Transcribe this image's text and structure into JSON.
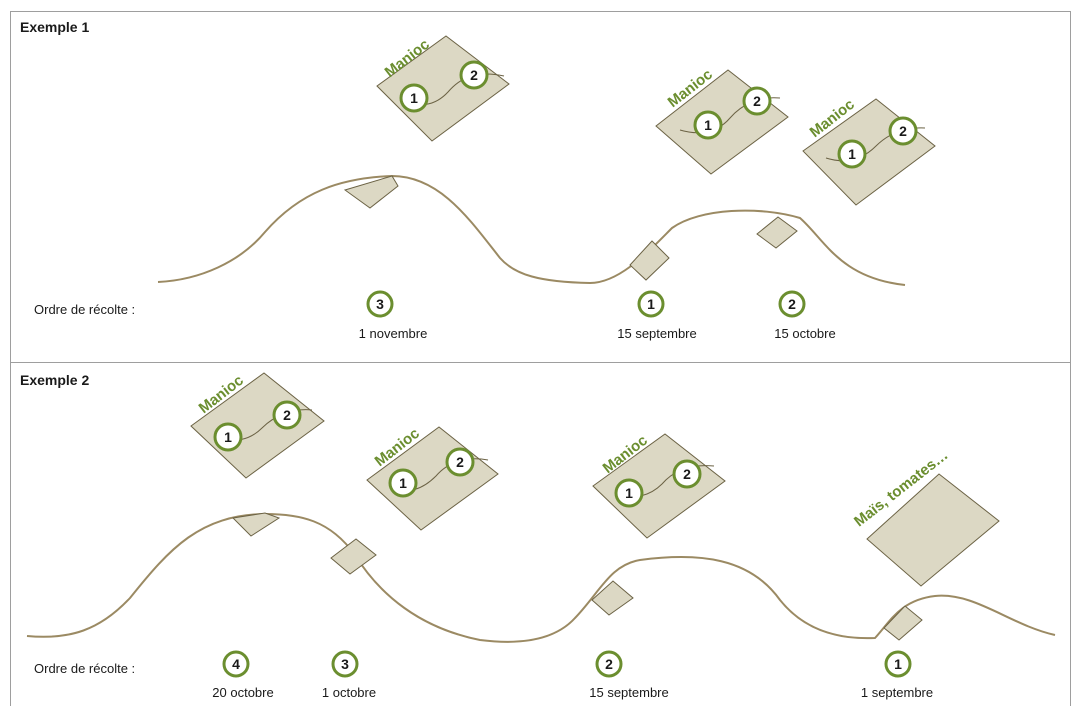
{
  "colors": {
    "terrain_line": "#9b8a63",
    "plot_fill": "#dcd8c4",
    "plot_stroke": "#6b6244",
    "accent_green": "#6b8e2f",
    "panel_border": "#9e9e9e"
  },
  "example1": {
    "title": "Exemple 1",
    "order_label": "Ordre de récolte :",
    "plots": [
      {
        "label": "Manioc",
        "steps": [
          "1",
          "2"
        ]
      },
      {
        "label": "Manioc",
        "steps": [
          "1",
          "2"
        ]
      },
      {
        "label": "Manioc",
        "steps": [
          "1",
          "2"
        ]
      }
    ],
    "harvest_order": [
      {
        "rank": "3",
        "date": "1 novembre"
      },
      {
        "rank": "1",
        "date": "15 septembre"
      },
      {
        "rank": "2",
        "date": "15 octobre"
      }
    ]
  },
  "example2": {
    "title": "Exemple 2",
    "order_label": "Ordre de récolte :",
    "plots": [
      {
        "label": "Manioc",
        "steps": [
          "1",
          "2"
        ]
      },
      {
        "label": "Manioc",
        "steps": [
          "1",
          "2"
        ]
      },
      {
        "label": "Manioc",
        "steps": [
          "1",
          "2"
        ]
      },
      {
        "label": "Maïs, tomates…",
        "steps": []
      }
    ],
    "harvest_order": [
      {
        "rank": "4",
        "date": "20  octobre"
      },
      {
        "rank": "3",
        "date": "1 octobre"
      },
      {
        "rank": "2",
        "date": "15 septembre"
      },
      {
        "rank": "1",
        "date": "1  septembre"
      }
    ]
  }
}
